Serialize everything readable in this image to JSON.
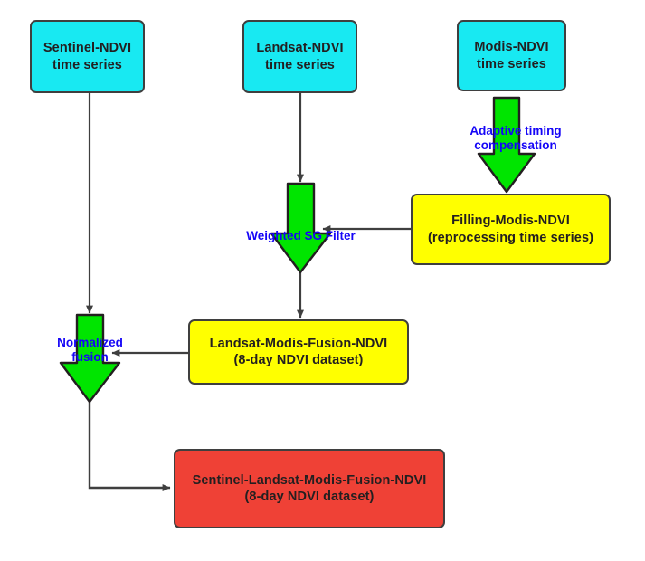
{
  "diagram": {
    "title": "NDVI time series fusion workflow",
    "colors": {
      "source_box": "#18e9f2",
      "intermediate_box": "#ffff00",
      "output_box": "#ef4136",
      "process_arrow": "#00e500",
      "process_label": "#1505f7",
      "outline": "#3f3f3f",
      "connector": "#3f3f3f"
    },
    "nodes": [
      {
        "id": "sentinel-ndvi",
        "line1": "Sentinel-NDVI",
        "line2": "time series",
        "type": "source"
      },
      {
        "id": "landsat-ndvi",
        "line1": "Landsat-NDVI",
        "line2": "time series",
        "type": "source"
      },
      {
        "id": "modis-ndvi",
        "line1": "Modis-NDVI",
        "line2": "time series",
        "type": "source"
      },
      {
        "id": "filling-modis-ndvi",
        "line1": "Filling-Modis-NDVI",
        "line2": "(reprocessing time series)",
        "type": "intermediate"
      },
      {
        "id": "landsat-modis-fusion-ndvi",
        "line1": "Landsat-Modis-Fusion-NDVI",
        "line2": "(8-day NDVI dataset)",
        "type": "intermediate"
      },
      {
        "id": "sentinel-landsat-modis-fusion-ndvi",
        "line1": "Sentinel-Landsat-Modis-Fusion-NDVI",
        "line2": "(8-day NDVI dataset)",
        "type": "output"
      }
    ],
    "processes": [
      {
        "id": "adaptive-timing-compensation",
        "line1": "Adaptive timing",
        "line2": "compensation"
      },
      {
        "id": "weighted-sg-filter",
        "line1": "Weighted SG Filter",
        "line2": ""
      },
      {
        "id": "normalized-fusion",
        "line1": "Normalized",
        "line2": "fusion"
      }
    ]
  }
}
